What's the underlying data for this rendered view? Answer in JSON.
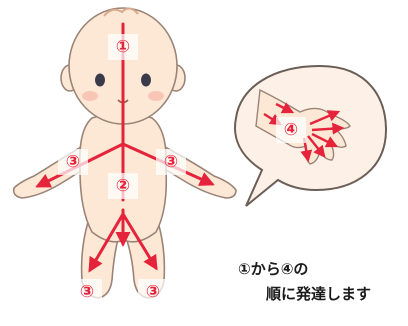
{
  "markers": {
    "head": "①",
    "torso": "②",
    "left_arm": "③",
    "right_arm": "③",
    "left_leg": "③",
    "right_leg": "③",
    "hand": "④"
  },
  "caption": {
    "line1": "①から④の",
    "line2": "順に発達します"
  },
  "colors": {
    "arrow": "#e5243b",
    "skin": "#fde8d6",
    "outline": "#9a8478",
    "bubble_fill": "#fdf0e6",
    "bubble_outline": "#6b5e57"
  }
}
